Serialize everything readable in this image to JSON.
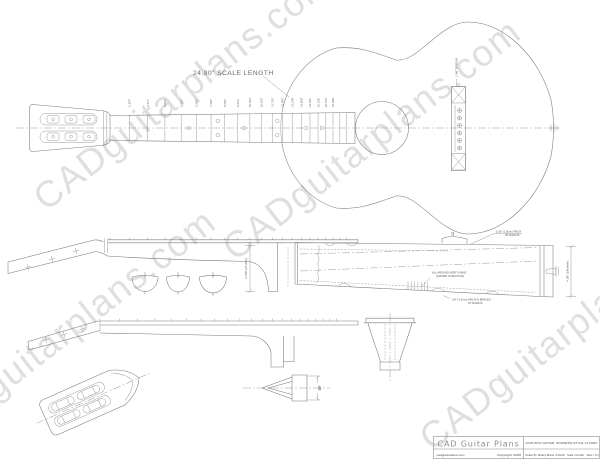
{
  "watermark": {
    "text": "CADguitarplans.com",
    "color": "#c2c2c2"
  },
  "drawing": {
    "scale_note": "24.90\" SCALE LENGTH",
    "fret_labels": [
      "1.397\"",
      "2.717\"",
      "3.962\"",
      "5.137\"",
      "6.246\"",
      "7.293\"",
      "8.281\"",
      "9.214\"",
      "10.094\"",
      "10.925\"",
      "11.710\"",
      "12.450\"",
      "13.149\"",
      "13.808\"",
      "14.431\"",
      "15.018\"",
      "15.573\"",
      "16.096\""
    ],
    "annotations": {
      "top_arch": [
        "1/16\" (1.5mm) ARCH",
        "28' RADIUS"
      ],
      "kerf": [
        "ALL AROUND KERF LINING",
        "(SHOWN IN SECTION)"
      ],
      "back_arch": [
        "1/8\" (3.2mm) ARCH IN BRACES",
        "15' RADIUS"
      ],
      "body_depth": "4 1/8\" (104.8mm)",
      "heel_height": "3 7/16\" (87.3mm)",
      "bridge_spread": "2 3/8\" SPREAD",
      "endpin_dim": "1/2\""
    }
  },
  "title_block": {
    "brand": "CAD Guitar Plans",
    "website": "cadguitarplans.com",
    "copyright": "Copyright 2009",
    "title": "ACOUSTIC GUITAR, 00 MARTIN STYLE, 12 FRET",
    "drawn_by": "Drawn By: Mickey Brunet, 8-29-09",
    "scale": "Scale: Full Size",
    "sheet": "Sheet: 1 of 5"
  }
}
